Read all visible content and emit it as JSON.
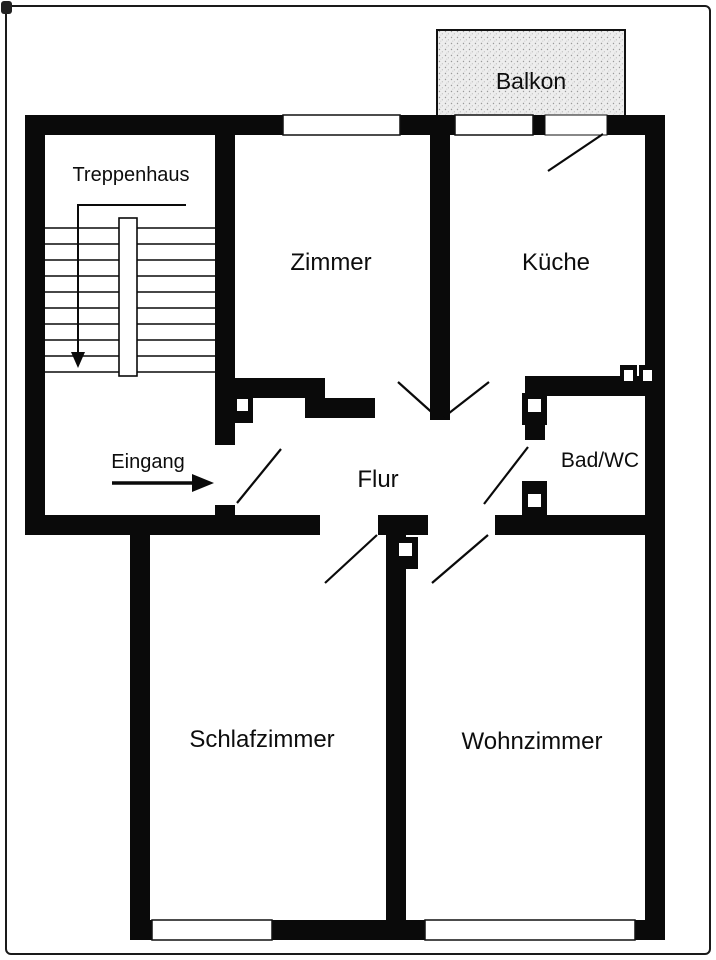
{
  "labels": {
    "balkon": "Balkon",
    "treppenhaus": "Treppenhaus",
    "zimmer": "Zimmer",
    "kueche": "Küche",
    "eingang": "Eingang",
    "flur": "Flur",
    "bad_wc": "Bad/WC",
    "schlafzimmer": "Schlafzimmer",
    "wohnzimmer": "Wohnzimmer"
  },
  "colors": {
    "wall": "#0a0a0a",
    "background": "#ffffff",
    "balcony_fill": "#ededed",
    "text": "#0d0d0d"
  },
  "diagram_type": "apartment-floor-plan"
}
